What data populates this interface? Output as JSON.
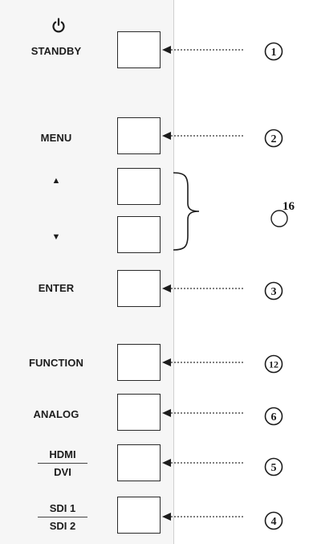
{
  "standby_label": "STANDBY",
  "menu_label": "MENU",
  "enter_label": "ENTER",
  "function_label": "FUNCTION",
  "analog_label": "ANALOG",
  "hdmi_top": "HDMI",
  "hdmi_bottom": "DVI",
  "sdi_top": "SDI 1",
  "sdi_bottom": "SDI 2",
  "up_symbol": "▲",
  "down_symbol": "▼",
  "standby_icon": "power-icon",
  "callouts": {
    "standby": "1",
    "menu": "2",
    "updown": "16",
    "enter": "3",
    "function": "12",
    "analog": "6",
    "hdmi": "5",
    "sdi": "4"
  },
  "colors": {
    "line": "#1c1c1c",
    "panel": "#f6f6f6"
  }
}
